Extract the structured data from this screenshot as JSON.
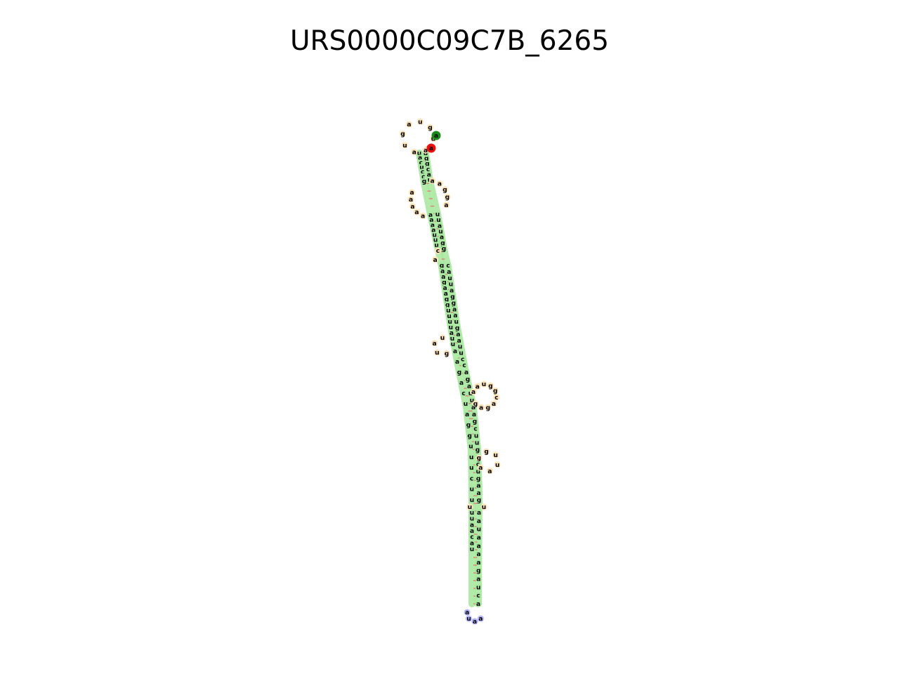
{
  "title": "URS0000C09C7B_6265",
  "colors": {
    "stem": "#a8e8a0",
    "loop": "#fde4b8",
    "hairpin": "#b8b8ff",
    "pair_mark": "#e87070",
    "start": "#1a8a1a",
    "end": "#e81010"
  },
  "segments": {
    "top_loop": "auguaguaa",
    "stem1_left": "uacuccg",
    "interior1_left": "aaaaa",
    "stem2_left": "aaaauuug",
    "bulge_a": "ac",
    "stem3_left": "gaagaagguuuuauu",
    "side_loop_left": "guau",
    "stem4_left": "aagacuagguuucuu",
    "stem5_left": "uuaacau",
    "terminal_loop": "auaa",
    "stem5_right": "aauaaaagauca",
    "internal_u": "uu",
    "stem4_right": "agauuaagcuugacugaag",
    "side_loop_right1": "gguuaa",
    "stem3_right": "cauuaggaaugaauucc",
    "side_loop_right2": "aauggcagag",
    "stem2_right": "uuauagg",
    "interior1_right": "aagga",
    "stem1_right": "aggcau"
  }
}
